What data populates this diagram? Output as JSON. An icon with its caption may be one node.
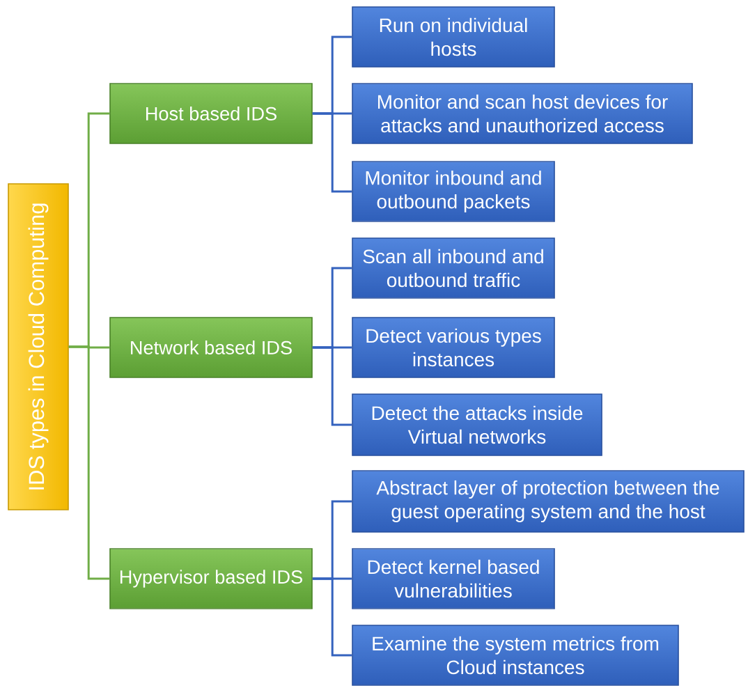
{
  "diagram": {
    "nodes": [
      {
        "text": [
          "IDS types in Cloud Computing"
        ]
      },
      {
        "text": [
          "Host based IDS"
        ]
      },
      {
        "text": [
          "Run on individual hosts"
        ]
      },
      {
        "text": [
          "Monitor and scan host devices for attacks and unauthorized access"
        ]
      },
      {
        "text": [
          "Monitor inbound and outbound packets"
        ]
      },
      {
        "text": [
          "Network based IDS"
        ]
      },
      {
        "text": [
          "Scan all inbound and outbound traffic"
        ]
      },
      {
        "text": [
          "Detect various types instances"
        ]
      },
      {
        "text": [
          "Detect the attacks inside Virtual networks"
        ]
      },
      {
        "text": [
          "Hypervisor based IDS"
        ]
      },
      {
        "text": [
          "Abstract layer of protection between the guest operating system and the host"
        ]
      },
      {
        "text": [
          "Detect kernel based vulnerabilities"
        ]
      },
      {
        "text": [
          "Examine the system metrics from Cloud instances"
        ]
      }
    ],
    "edges": [
      {
        "from": 0,
        "to": 1,
        "arrow": "none",
        "color": "#70ad47"
      },
      {
        "from": 0,
        "to": 5,
        "arrow": "none",
        "color": "#70ad47"
      },
      {
        "from": 0,
        "to": 9,
        "arrow": "none",
        "color": "#70ad47"
      },
      {
        "from": 1,
        "to": 2,
        "arrow": "none"
      },
      {
        "from": 1,
        "to": 3,
        "arrow": "none"
      },
      {
        "from": 1,
        "to": 4,
        "arrow": "none"
      },
      {
        "from": 5,
        "to": 6,
        "arrow": "none"
      },
      {
        "from": 5,
        "to": 7,
        "arrow": "none"
      },
      {
        "from": 5,
        "to": 8,
        "arrow": "none"
      },
      {
        "from": 9,
        "to": 10,
        "arrow": "none"
      },
      {
        "from": 9,
        "to": 11,
        "arrow": "none"
      },
      {
        "from": 9,
        "to": 12,
        "arrow": "none"
      }
    ]
  }
}
